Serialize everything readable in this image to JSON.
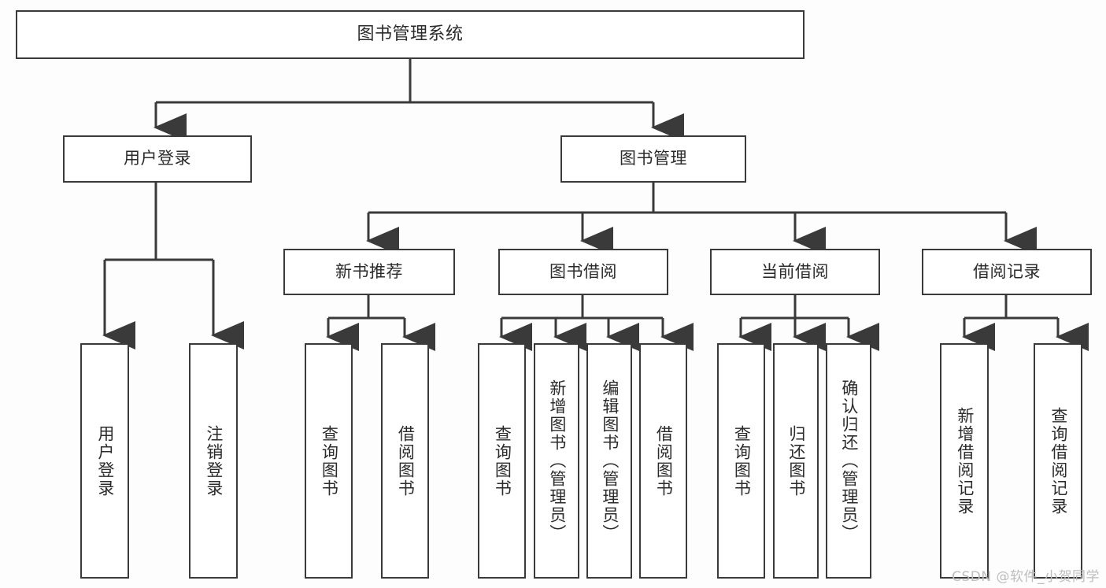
{
  "diagram": {
    "title": "图书管理系统",
    "type": "hierarchy-tree",
    "watermark": "CSDN @软件_小贺同学",
    "colors": {
      "background": "#fdfdfd",
      "box_fill": "#ffffff",
      "box_border": "#3a3a3a",
      "connector": "#3a3a3a",
      "text": "#2b2b2b",
      "watermark": "#bdbdbd"
    },
    "nodes": {
      "root": {
        "label": "图书管理系统"
      },
      "level1": [
        {
          "id": "user-login",
          "label": "用户登录"
        },
        {
          "id": "book-manage",
          "label": "图书管理"
        }
      ],
      "level2": [
        {
          "id": "new-book-recommend",
          "label": "新书推荐"
        },
        {
          "id": "book-borrow",
          "label": "图书借阅"
        },
        {
          "id": "current-borrow",
          "label": "当前借阅"
        },
        {
          "id": "borrow-record",
          "label": "借阅记录"
        }
      ],
      "leaves": {
        "user_login": [
          {
            "id": "leaf-user-login",
            "label": "用户登录"
          },
          {
            "id": "leaf-logout",
            "label": "注销登录"
          }
        ],
        "new_book_recommend": [
          {
            "id": "leaf-query-book-1",
            "label": "查询图书"
          },
          {
            "id": "leaf-borrow-book-1",
            "label": "借阅图书"
          }
        ],
        "book_borrow": [
          {
            "id": "leaf-query-book-2",
            "label": "查询图书"
          },
          {
            "id": "leaf-add-book",
            "label": "新增图书（管理员）"
          },
          {
            "id": "leaf-edit-book",
            "label": "编辑图书（管理员）"
          },
          {
            "id": "leaf-borrow-book-2",
            "label": "借阅图书"
          }
        ],
        "current_borrow": [
          {
            "id": "leaf-query-book-3",
            "label": "查询图书"
          },
          {
            "id": "leaf-return-book",
            "label": "归还图书"
          },
          {
            "id": "leaf-confirm-return",
            "label": "确认归还（管理员）"
          }
        ],
        "borrow_record": [
          {
            "id": "leaf-add-record",
            "label": "新增借阅记录"
          },
          {
            "id": "leaf-query-record",
            "label": "查询借阅记录"
          }
        ]
      }
    }
  }
}
